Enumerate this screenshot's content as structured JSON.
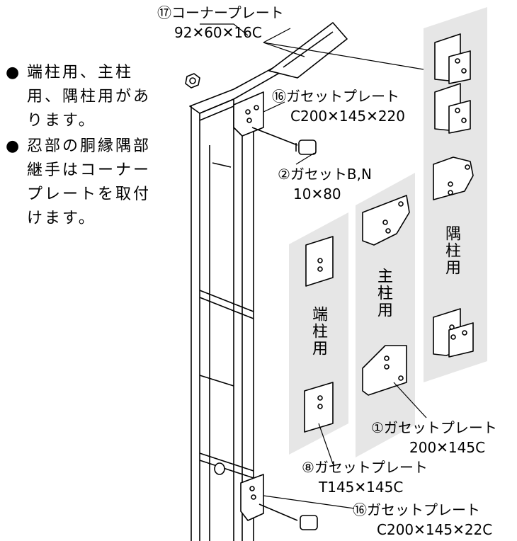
{
  "notes": [
    {
      "bullet": "●",
      "text": "端柱用、主柱用、隅柱用があります。"
    },
    {
      "bullet": "●",
      "text": "忍部の胴縁隅部継手はコーナープレートを取付けます。"
    }
  ],
  "labels": {
    "corner_plate_name": "⑰コーナープレート",
    "corner_plate_size": "92✕60✕16C",
    "gusset16_top_name": "⑯ガセットプレート",
    "gusset16_top_size": "C200✕145✕220",
    "bolt_name": "②ガセットB,N",
    "bolt_size": "10✕80",
    "gusset1_name": "①ガセットプレート",
    "gusset1_size": "200✕145C",
    "gusset8_name": "⑧ガセットプレート",
    "gusset8_size": "T145✕145C",
    "gusset16_bottom_name": "⑯ガセットプレート",
    "gusset16_bottom_size": "C200✕145✕22C"
  },
  "panels": {
    "end_post": "端柱用",
    "main_post": "主柱用",
    "corner_post": "隅柱用"
  }
}
